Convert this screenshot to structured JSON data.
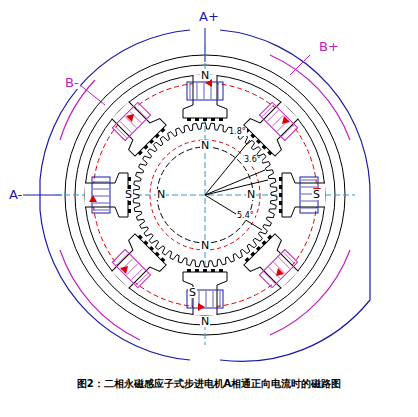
{
  "diagram": {
    "caption": "图2：二相永磁感应子式步进电机A相通正向电流时的磁路图",
    "labels": [
      "A+",
      "B+",
      "B-",
      "A-",
      "N",
      "N",
      "S",
      "N",
      "N",
      "S",
      "N",
      "S",
      "N",
      "1.8°",
      "3.6°",
      "5.4°"
    ]
  }
}
